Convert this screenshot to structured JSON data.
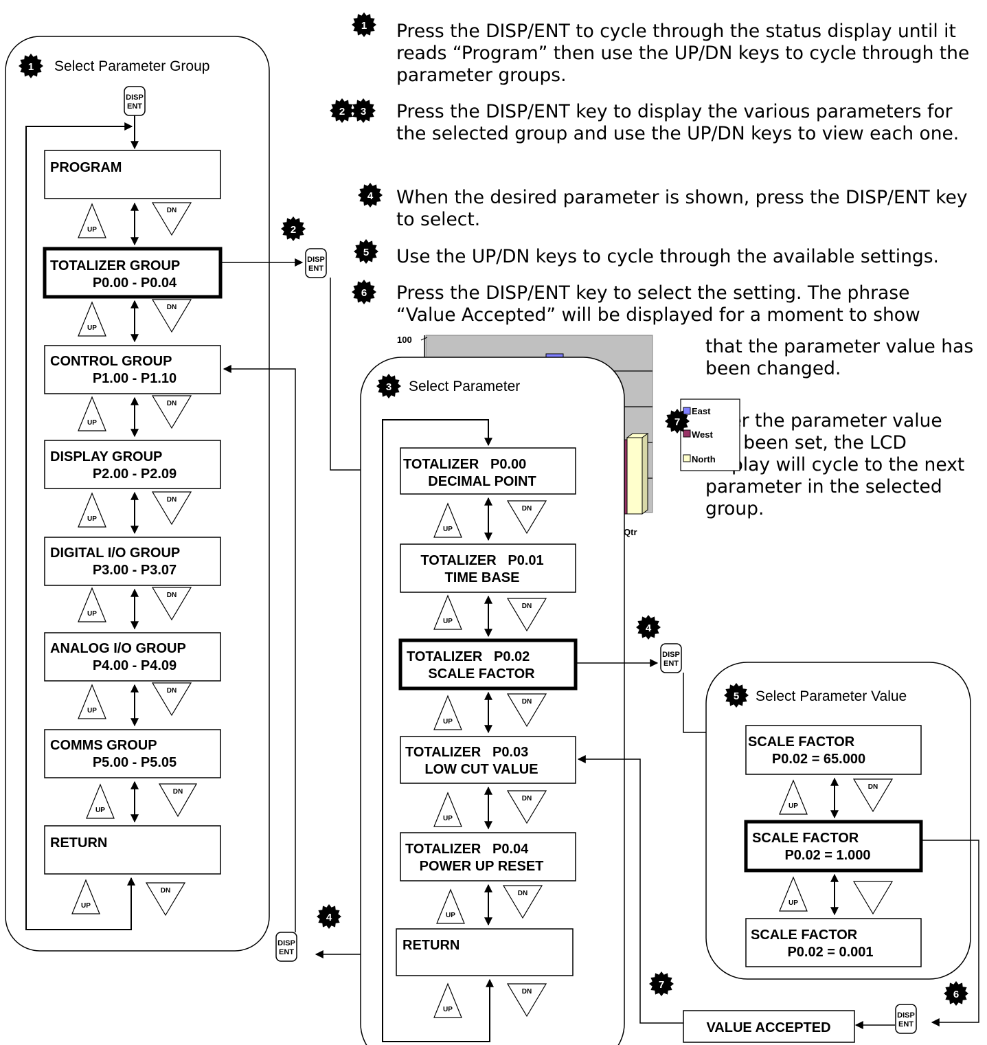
{
  "keys": {
    "disp_top": "DISP",
    "disp_bottom": "ENT",
    "up": "UP",
    "dn": "DN"
  },
  "groups_panel": {
    "badge": "1",
    "title": "Select Parameter Group",
    "items": [
      {
        "line1": "PROGRAM",
        "line2": ""
      },
      {
        "line1": "TOTALIZER GROUP",
        "line2": "P0.00 - P0.04"
      },
      {
        "line1": "CONTROL GROUP",
        "line2": "P1.00 - P1.10"
      },
      {
        "line1": "DISPLAY GROUP",
        "line2": "P2.00 - P2.09"
      },
      {
        "line1": "DIGITAL I/O GROUP",
        "line2": "P3.00 - P3.07"
      },
      {
        "line1": "ANALOG I/O GROUP",
        "line2": "P4.00 - P4.09"
      },
      {
        "line1": "COMMS GROUP",
        "line2": "P5.00 - P5.05"
      },
      {
        "line1": "RETURN",
        "line2": ""
      }
    ]
  },
  "params_panel": {
    "badge": "3",
    "title": "Select Parameter",
    "items": [
      {
        "line1": "TOTALIZER   P0.00",
        "line2": "DECIMAL POINT"
      },
      {
        "line1": "TOTALIZER   P0.01",
        "line2": "TIME BASE"
      },
      {
        "line1": "TOTALIZER   P0.02",
        "line2": "SCALE FACTOR"
      },
      {
        "line1": "TOTALIZER   P0.03",
        "line2": "LOW CUT VALUE"
      },
      {
        "line1": "TOTALIZER   P0.04",
        "line2": "POWER UP RESET"
      },
      {
        "line1": "RETURN",
        "line2": ""
      }
    ]
  },
  "values_panel": {
    "badge": "5",
    "title": "Select Parameter Value",
    "items": [
      {
        "line1": "SCALE FACTOR",
        "line2": "P0.02 = 65.000"
      },
      {
        "line1": "SCALE FACTOR",
        "line2": "P0.02 = 1.000"
      },
      {
        "line1": "SCALE FACTOR",
        "line2": "P0.02 = 0.001"
      }
    ]
  },
  "value_accepted": "VALUE ACCEPTED",
  "step_badges": {
    "b2": "2",
    "b4a": "4",
    "b4b": "4",
    "b6": "6",
    "b7": "7"
  },
  "instructions": [
    {
      "badge": "1",
      "text": "Press the DISP/ENT to cycle through the status display until it reads “Program” then use the UP/DN keys to cycle through the parameter groups."
    },
    {
      "badges": [
        "2",
        "3"
      ],
      "text": "Press the DISP/ENT key to display the various parameters for the selected group and use the UP/DN keys to view each one."
    },
    {
      "badge": "4",
      "text": "When the desired parameter is shown, press the DISP/ENT key to select."
    },
    {
      "badge": "5",
      "text": "Use the UP/DN keys to cycle through the available settings."
    },
    {
      "badge": "6",
      "text_a": "Press the DISP/ENT key to select the setting.  The phrase",
      "text_b": "“Value Accepted” will be displayed for a moment to show",
      "text_c": "that the parameter value has been changed."
    },
    {
      "badge": "7",
      "text": "After the parameter value has been set, the LCD display will cycle to the next parameter in the selected group."
    }
  ],
  "embedded_chart": {
    "y_max_label": "100",
    "x_label": "Qtr",
    "legend": [
      "East",
      "West",
      "North"
    ],
    "colors": {
      "east": "#8080ff",
      "west": "#993366",
      "north": "#ffffcc",
      "bg": "#c0c0c0"
    }
  }
}
